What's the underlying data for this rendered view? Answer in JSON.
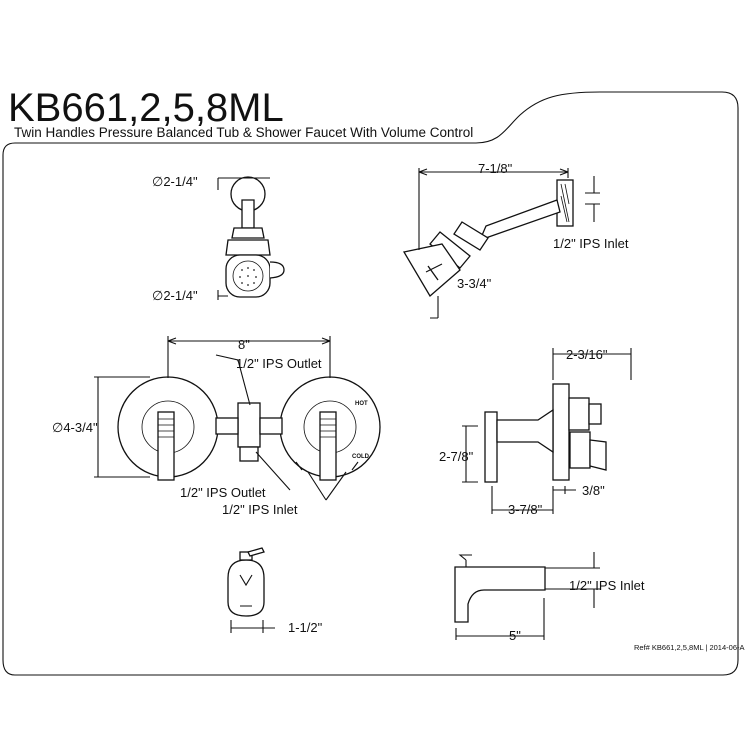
{
  "header": {
    "model": "KB661,2,5,8ML",
    "description": "Twin Handles Pressure Balanced Tub & Shower Faucet With Volume Control"
  },
  "dimensions": {
    "arm_top_dia": "∅2-1/4\"",
    "arm_bottom_dia": "∅2-1/4\"",
    "shower_arm_length": "7-1/8\"",
    "shower_inlet": "1/2\" IPS Inlet",
    "shower_arm_drop": "3-3/4\"",
    "valve_width": "8\"",
    "valve_outlet_top": "1/2\" IPS Outlet",
    "flange_dia": "∅4-3/4\"",
    "valve_outlet_bottom": "1/2\" IPS Outlet",
    "valve_inlet": "1/2\" IPS Inlet",
    "valve_depth": "2-3/16\"",
    "handle_height": "2-7/8\"",
    "handle_projection": "3-7/8\"",
    "stem_offset": "3/8\"",
    "diverter_width": "1-1/2\"",
    "spout_inlet": "1/2\" IPS Inlet",
    "spout_length": "5\""
  },
  "handle_labels": {
    "hot": "HOT",
    "cold": "COLD"
  },
  "footer": {
    "reference": "Ref# KB661,2,5,8ML | 2014-06-A"
  }
}
